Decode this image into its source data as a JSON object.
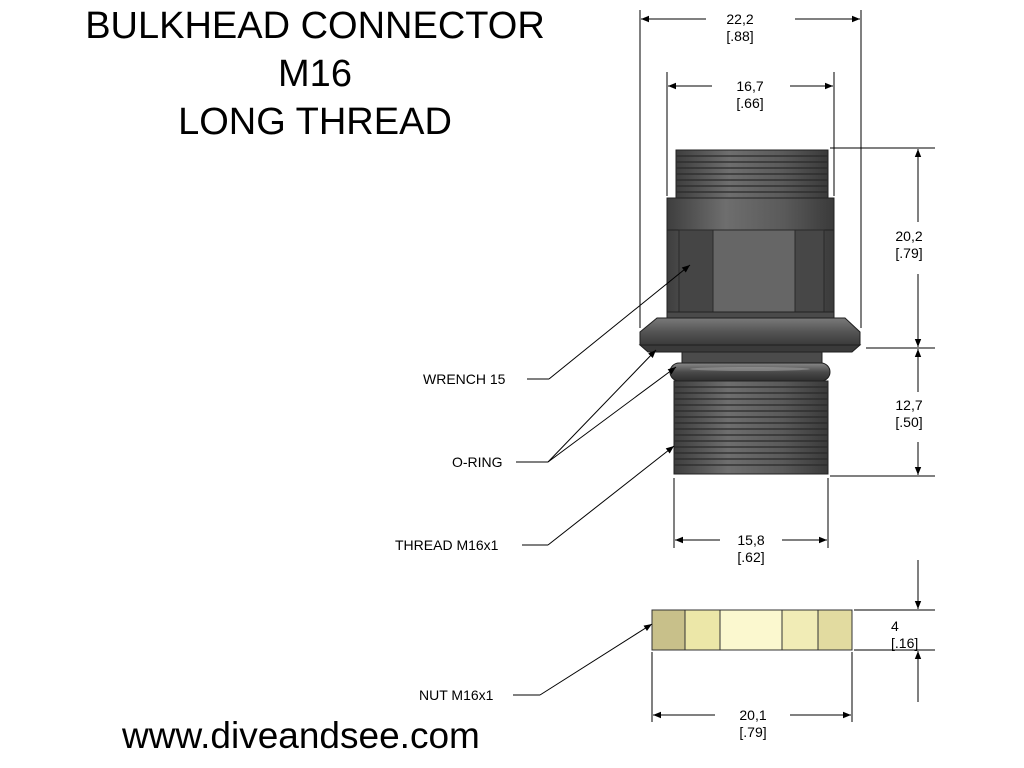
{
  "title": {
    "line1": "BULKHEAD CONNECTOR",
    "line2": "M16",
    "line3": "LONG THREAD"
  },
  "dimensions": {
    "overall_width": {
      "mm": "22,2",
      "inch": "[.88]"
    },
    "body_width": {
      "mm": "16,7",
      "inch": "[.66]"
    },
    "upper_height": {
      "mm": "20,2",
      "inch": "[.79]"
    },
    "thread_height": {
      "mm": "12,7",
      "inch": "[.50]"
    },
    "thread_width": {
      "mm": "15,8",
      "inch": "[.62]"
    },
    "nut_height": {
      "mm": "4",
      "inch": "[.16]"
    },
    "nut_width": {
      "mm": "20,1",
      "inch": "[.79]"
    }
  },
  "callouts": {
    "wrench": "WRENCH 15",
    "oring": "O-RING",
    "thread": "THREAD M16x1",
    "nut": "NUT M16x1"
  },
  "website": "www.diveandsee.com",
  "colors": {
    "body": "#5c5c5c",
    "body_dark": "#3e3e3e",
    "body_light": "#7a7a7a",
    "nut": "#f2eeb4",
    "nut_dark": "#c8c08a",
    "line": "#000000"
  }
}
